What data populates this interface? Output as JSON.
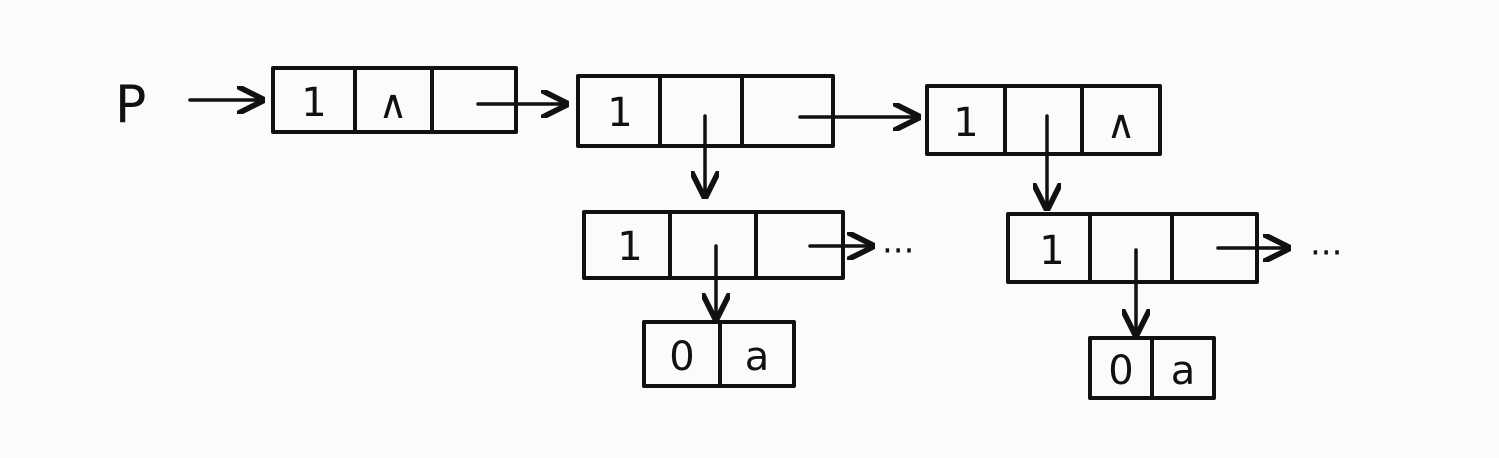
{
  "diagram": {
    "head_pointer": "P",
    "ellipsis": "···",
    "nodes": {
      "n1": [
        "1",
        "∧",
        ""
      ],
      "n2": [
        "1",
        "",
        ""
      ],
      "n3": [
        "1",
        "",
        "∧"
      ],
      "n4": [
        "1",
        "",
        ""
      ],
      "n5": [
        "1",
        "",
        ""
      ],
      "atom1": [
        "0",
        "a"
      ],
      "atom2": [
        "0",
        "a"
      ]
    }
  }
}
